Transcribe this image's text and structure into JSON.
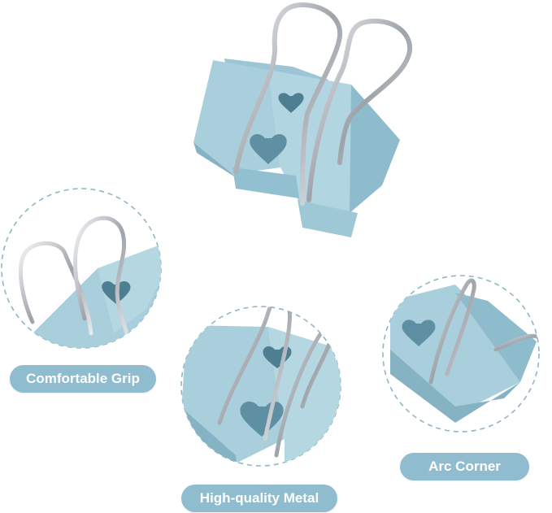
{
  "image": {
    "subject": "Light blue heart-cutout binder clip with silver wire handles",
    "labels": [
      {
        "id": "grip",
        "text": "Comfortable Grip"
      },
      {
        "id": "metal",
        "text": "High-quality Metal"
      },
      {
        "id": "arc",
        "text": "Arc Corner"
      }
    ],
    "colors": {
      "clip_body": "#a9cfdc",
      "clip_shade": "#86b3c4",
      "clip_dark": "#5f8fa2",
      "wire": "#c9ccd1",
      "label_bg": "#8fbcce",
      "dashed_circle": "#8fb6c4"
    }
  }
}
